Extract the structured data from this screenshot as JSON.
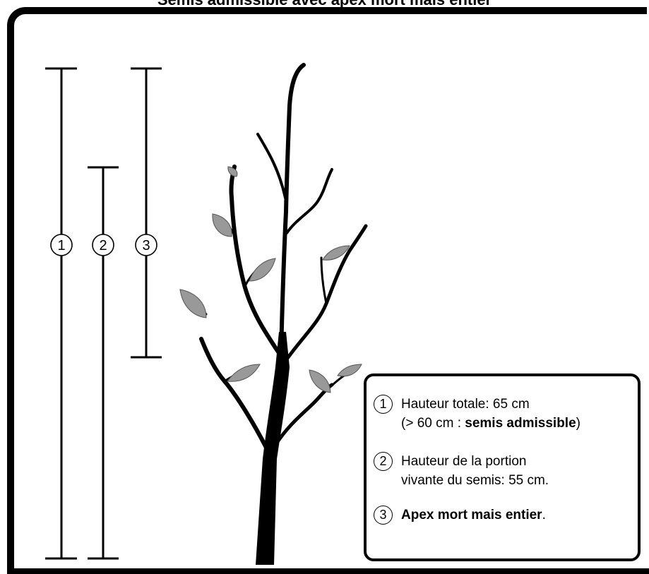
{
  "title": "Semis admissible avec apex mort mais entier",
  "markers": [
    {
      "number": "1"
    },
    {
      "number": "2"
    },
    {
      "number": "3"
    }
  ],
  "legend": {
    "items": [
      {
        "number": "1",
        "line1": "Hauteur totale: 65 cm",
        "line2_pre": "(> 60 cm : ",
        "line2_bold": "semis admissible",
        "line2_post": ")"
      },
      {
        "number": "2",
        "line1": "Hauteur de la portion",
        "line2": "vivante du semis: 55 cm."
      },
      {
        "number": "3",
        "line1_bold": "Apex mort mais entier",
        "line1_post": "."
      }
    ]
  },
  "colors": {
    "leaf_fill": "#999999",
    "tree": "#000000",
    "background": "#ffffff"
  }
}
